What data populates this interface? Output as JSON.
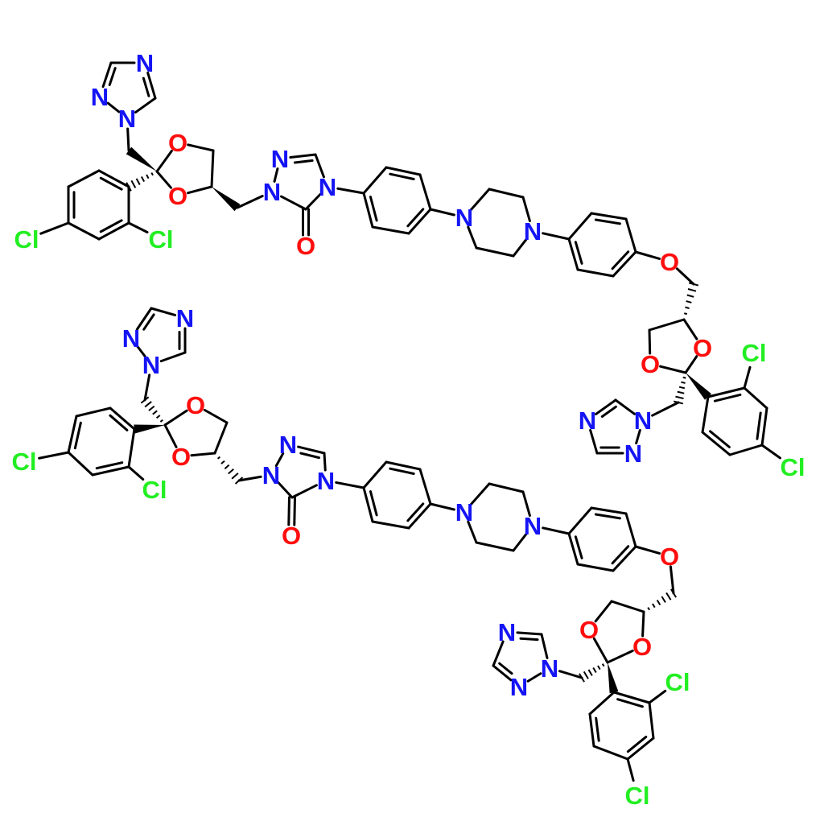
{
  "molecules": [
    {
      "labels": [
        "N",
        "N",
        "N",
        "O",
        "O",
        "N",
        "N",
        "N",
        "O",
        "N",
        "N",
        "O",
        "O",
        "O",
        "N",
        "N",
        "N",
        "Cl",
        "Cl",
        "Cl",
        "Cl"
      ]
    },
    {
      "labels": [
        "N",
        "N",
        "N",
        "O",
        "O",
        "N",
        "N",
        "N",
        "O",
        "N",
        "N",
        "O",
        "O",
        "O",
        "N",
        "N",
        "N",
        "Cl",
        "Cl",
        "Cl",
        "Cl"
      ]
    }
  ],
  "colors": {
    "N": "#1414f5",
    "O": "#ff0d0d",
    "Cl": "#22ee22",
    "bond": "#000000"
  }
}
